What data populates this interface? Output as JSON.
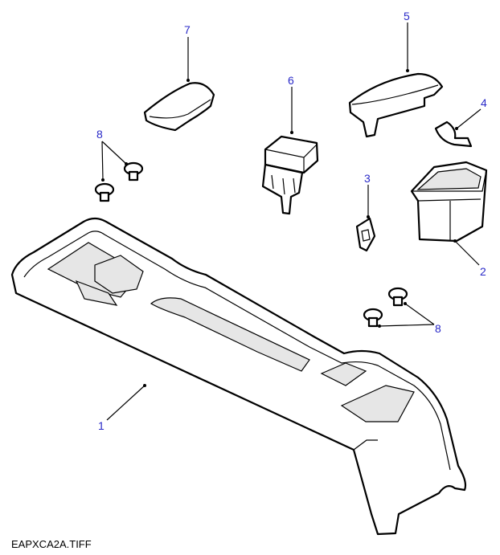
{
  "diagram": {
    "callouts": {
      "part1": "1",
      "part2": "2",
      "part3": "3",
      "part4": "4",
      "part5": "5",
      "part6": "6",
      "part7": "7",
      "part8_upper": "8",
      "part8_lower": "8"
    },
    "callout_color": "#2a2ac8",
    "caption": "EAPXCA2A.TIFF"
  }
}
